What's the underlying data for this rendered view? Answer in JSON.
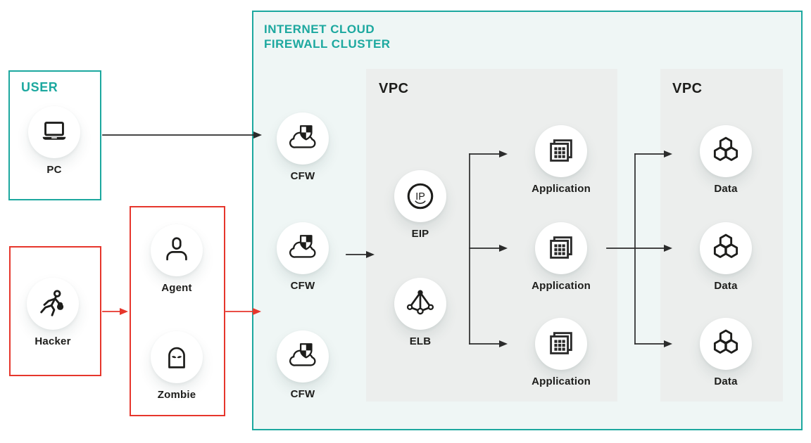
{
  "colors": {
    "teal": "#1ca89f",
    "red": "#e6362c",
    "dark": "#1d1d1b",
    "cluster_background": "#eff6f5",
    "vpc_background": "#eceeed",
    "node_background": "#ffffff"
  },
  "user_box": {
    "title": "USER",
    "node": {
      "label": "PC",
      "icon": "laptop-icon"
    }
  },
  "hacker_box": {
    "node": {
      "label": "Hacker",
      "icon": "hacker-icon"
    }
  },
  "botnet_box": {
    "agent": {
      "label": "Agent",
      "icon": "person-icon"
    },
    "zombie": {
      "label": "Zombie",
      "icon": "zombie-icon"
    }
  },
  "cluster": {
    "title_line1": "INTERNET CLOUD",
    "title_line2": "FIREWALL CLUSTER",
    "cfw_nodes": [
      {
        "label": "CFW",
        "icon": "cloud-firewall-icon"
      },
      {
        "label": "CFW",
        "icon": "cloud-firewall-icon"
      },
      {
        "label": "CFW",
        "icon": "cloud-firewall-icon"
      }
    ],
    "vpc_app": {
      "title": "VPC",
      "eip": {
        "label": "EIP",
        "icon": "eip-icon",
        "icon_text": "IP"
      },
      "elb": {
        "label": "ELB",
        "icon": "elb-icon"
      },
      "applications": [
        {
          "label": "Application",
          "icon": "application-icon"
        },
        {
          "label": "Application",
          "icon": "application-icon"
        },
        {
          "label": "Application",
          "icon": "application-icon"
        }
      ]
    },
    "vpc_data": {
      "title": "VPC",
      "data_nodes": [
        {
          "label": "Data",
          "icon": "data-icon"
        },
        {
          "label": "Data",
          "icon": "data-icon"
        },
        {
          "label": "Data",
          "icon": "data-icon"
        }
      ]
    }
  }
}
